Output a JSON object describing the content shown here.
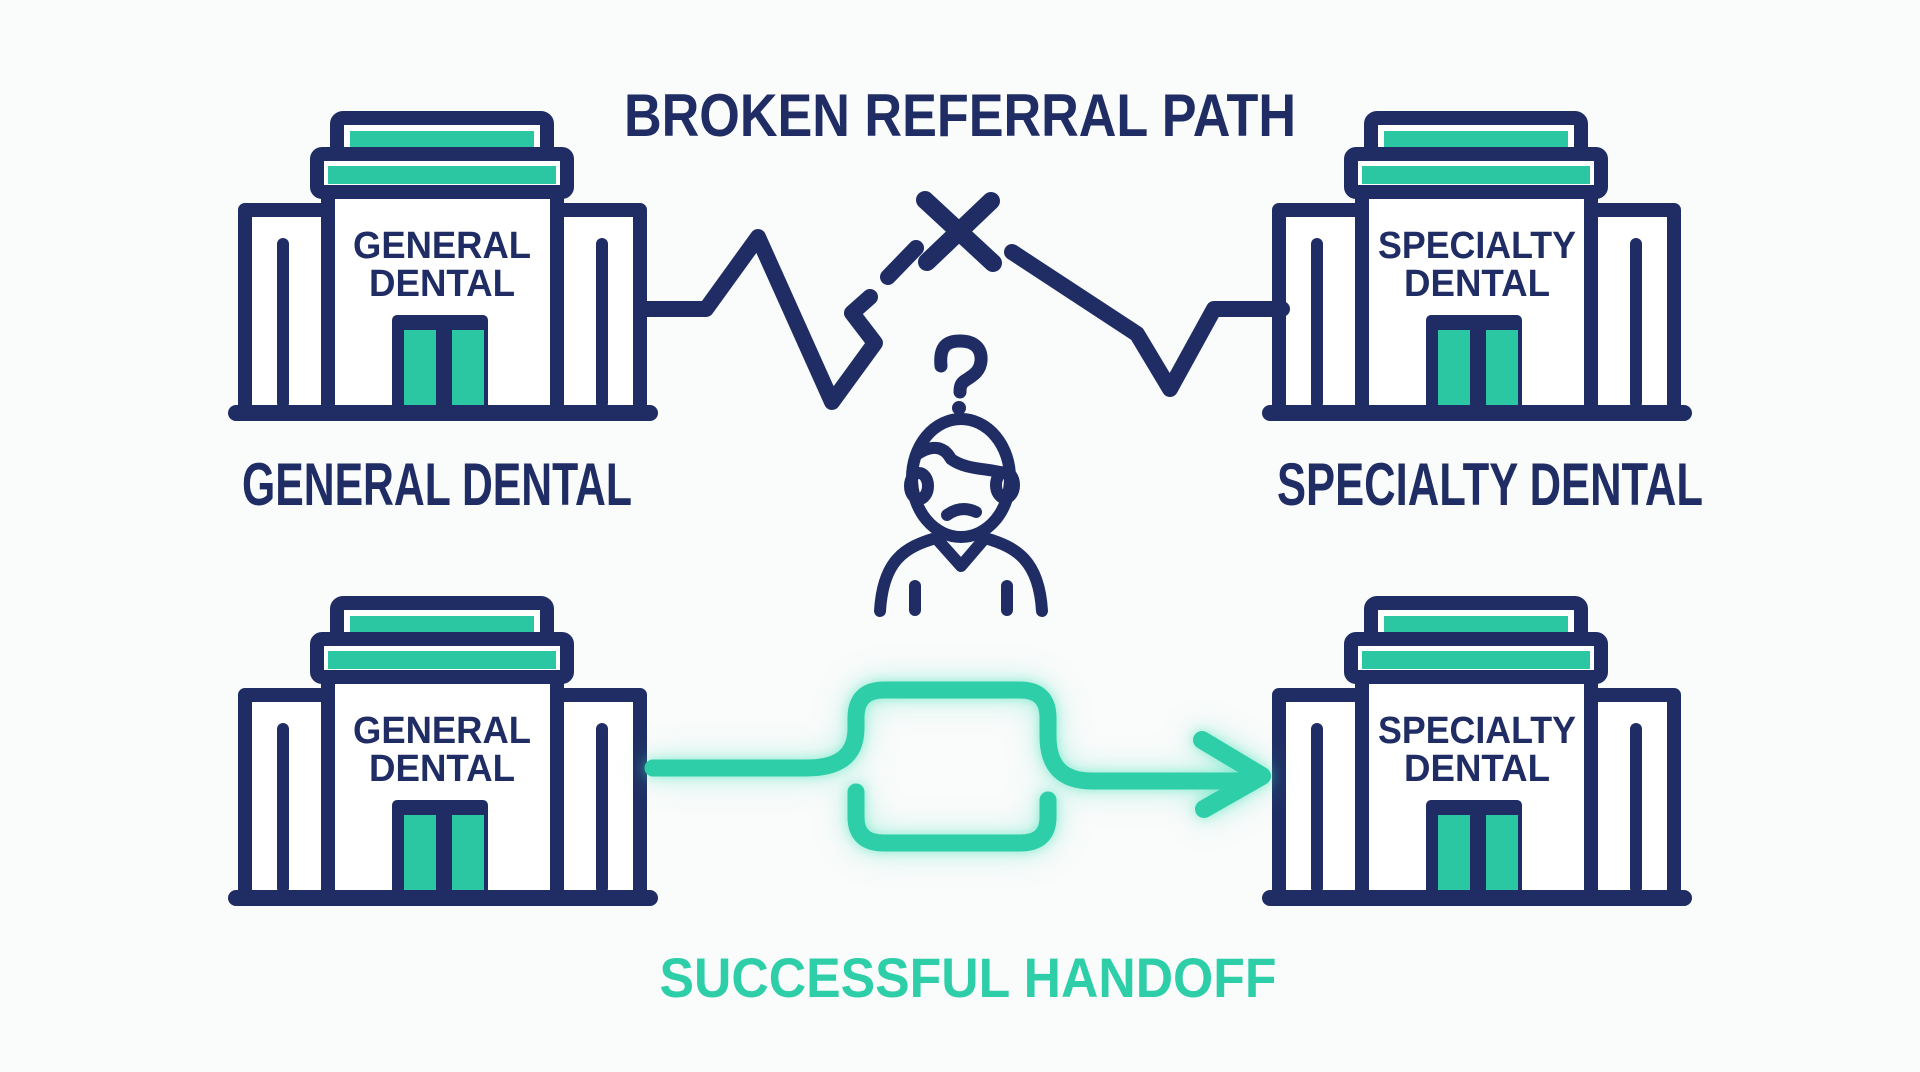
{
  "colors": {
    "navy": "#1f2d64",
    "teal": "#2bc7a2",
    "green": "#2ecfa8",
    "background": "#fafbfb"
  },
  "broken_path": {
    "title": "BROKEN REFERRAL PATH",
    "left_building": {
      "sign_line1": "GENERAL",
      "sign_line2": "DENTAL",
      "label": "GENERAL DENTAL"
    },
    "right_building": {
      "sign_line1": "SPECIALTY",
      "sign_line2": "DENTAL",
      "label": "SPECIALTY DENTAL"
    },
    "question_mark": "?"
  },
  "successful_path": {
    "title": "SUCCESSFUL HANDOFF",
    "left_building": {
      "sign_line1": "GENERAL",
      "sign_line2": "DENTAL"
    },
    "right_building": {
      "sign_line1": "SPECIALTY",
      "sign_line2": "DENTAL"
    }
  },
  "icons": {
    "building": "dental-office-building-icon",
    "broken_line": "broken-zigzag-line-icon",
    "x_mark": "x-mark-icon",
    "question": "question-mark-icon",
    "person": "confused-person-icon",
    "arrow": "detour-arrow-icon"
  }
}
